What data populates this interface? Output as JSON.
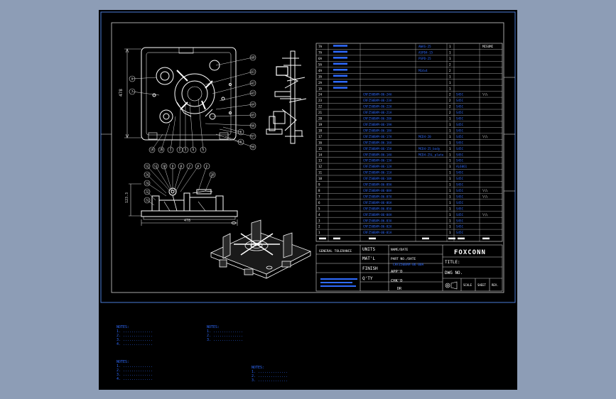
{
  "colors": {
    "background": "#8d9db6",
    "canvas": "#000000",
    "frame": "#4a7bd6",
    "geometry": "#ffffff",
    "text_blue": "#2f6bff",
    "text_cyan": "#35d0ff",
    "dimension": "#d9d9d9"
  },
  "bom": {
    "rows": [
      {
        "no": "7A",
        "part": "",
        "desc": "AWAS-25",
        "qty": "1",
        "mat": "",
        "note": "MISUMI"
      },
      {
        "no": "7A",
        "part": "",
        "desc": "ASPD4-15",
        "qty": "1",
        "mat": "",
        "note": ""
      },
      {
        "no": "6A",
        "part": "",
        "desc": "PSPD-25",
        "qty": "1",
        "mat": "",
        "note": ""
      },
      {
        "no": "5A",
        "part": "",
        "desc": "",
        "qty": "2",
        "mat": "",
        "note": ""
      },
      {
        "no": "4A",
        "part": "",
        "desc": "M14x4",
        "qty": "2",
        "mat": "",
        "note": ""
      },
      {
        "no": "3A",
        "part": "",
        "desc": "",
        "qty": "1",
        "mat": "",
        "note": ""
      },
      {
        "no": "2A",
        "part": "",
        "desc": "",
        "qty": "1",
        "mat": "",
        "note": ""
      },
      {
        "no": "1A",
        "part": "",
        "desc": "",
        "qty": "1",
        "mat": "",
        "note": ""
      },
      {
        "no": "24",
        "part": "CRFZ50BAM-06-24A",
        "desc": "",
        "qty": "2",
        "mat": "S45C",
        "note": "\\\\\\"
      },
      {
        "no": "23",
        "part": "CRFZ50BAM-06-23A",
        "desc": "",
        "qty": "2",
        "mat": "S45C",
        "note": ""
      },
      {
        "no": "22",
        "part": "CRFZ50BAM-06-22A",
        "desc": "",
        "qty": "2",
        "mat": "S45C",
        "note": ""
      },
      {
        "no": "21",
        "part": "CRFZ50BAM-06-21A",
        "desc": "",
        "qty": "2",
        "mat": "S45C",
        "note": ""
      },
      {
        "no": "20",
        "part": "CRFZ50BAM-06-20A",
        "desc": "",
        "qty": "1",
        "mat": "S45C",
        "note": ""
      },
      {
        "no": "19",
        "part": "CRFZ50BAM-06-19A",
        "desc": "",
        "qty": "1",
        "mat": "S45C",
        "note": ""
      },
      {
        "no": "18",
        "part": "CRFZ50BAM-06-18A",
        "desc": "",
        "qty": "1",
        "mat": "S45C",
        "note": ""
      },
      {
        "no": "17",
        "part": "CRFZ50BAM-06-17A",
        "desc": "MCD4-20",
        "qty": "1",
        "mat": "S45C",
        "note": "\\\\\\"
      },
      {
        "no": "16",
        "part": "CRFZ50BAM-06-16A",
        "desc": "",
        "qty": "1",
        "mat": "S45C",
        "note": ""
      },
      {
        "no": "15",
        "part": "CRFZ50BAM-06-15A",
        "desc": "MCD4-25_body",
        "qty": "1",
        "mat": "S45C",
        "note": ""
      },
      {
        "no": "14",
        "part": "CRFZ50BAM-06-14A",
        "desc": "MCD4-25L_plate",
        "qty": "1",
        "mat": "S45C",
        "note": ""
      },
      {
        "no": "13",
        "part": "CRFZ50BAM-06-13A",
        "desc": "",
        "qty": "1",
        "mat": "S45C",
        "note": ""
      },
      {
        "no": "12",
        "part": "CRFZ50BAM-06-12A",
        "desc": "",
        "qty": "1",
        "mat": "AL6061",
        "note": ""
      },
      {
        "no": "11",
        "part": "CRFZ50BAM-06-11A",
        "desc": "",
        "qty": "1",
        "mat": "S45C",
        "note": ""
      },
      {
        "no": "10",
        "part": "CRFZ50BAM-06-10A",
        "desc": "",
        "qty": "1",
        "mat": "S45C",
        "note": ""
      },
      {
        "no": "9",
        "part": "CRFZ50BAM-06-09A",
        "desc": "",
        "qty": "1",
        "mat": "S45C",
        "note": ""
      },
      {
        "no": "8",
        "part": "CRFZ50BAM-06-08A",
        "desc": "",
        "qty": "1",
        "mat": "S45C",
        "note": "\\\\\\"
      },
      {
        "no": "7",
        "part": "CRFZ50BAM-06-07A",
        "desc": "",
        "qty": "1",
        "mat": "S45C",
        "note": "\\\\\\"
      },
      {
        "no": "6",
        "part": "CRFZ50BAM-06-06A",
        "desc": "",
        "qty": "1",
        "mat": "S45C",
        "note": ""
      },
      {
        "no": "5",
        "part": "CRFZ50BAM-06-05A",
        "desc": "",
        "qty": "1",
        "mat": "S45C",
        "note": ""
      },
      {
        "no": "4",
        "part": "CRFZ50BAM-06-04A",
        "desc": "",
        "qty": "1",
        "mat": "S45C",
        "note": "\\\\\\"
      },
      {
        "no": "3",
        "part": "CRFZ50BAM-06-03A",
        "desc": "",
        "qty": "1",
        "mat": "S45C",
        "note": ""
      },
      {
        "no": "2",
        "part": "CRFZ50BAM-06-02A",
        "desc": "",
        "qty": "1",
        "mat": "S45C",
        "note": ""
      },
      {
        "no": "1",
        "part": "CRFZ50BAM-06-01A",
        "desc": "",
        "qty": "1",
        "mat": "S45C",
        "note": ""
      }
    ]
  },
  "title_block": {
    "general_tolerance": "GENERAL TOLERANCE",
    "units_label": "UNITS",
    "matl_label": "MAT'L",
    "finish_label": "FINISH",
    "qty_label": "Q'TY",
    "name_label": "NAME/DATE",
    "part_no_label": "PART NO./DATE",
    "part_no_value": "CRFZ50BAM-06-00A",
    "appd_label": "APP'D",
    "chkd_label": "CHK'D",
    "dr_label": "DR",
    "company": "FOXCONN",
    "title_label": "TITLE:",
    "dwg_no_label": "DWG NO.",
    "scale_label": "SCALE",
    "sheet_label": "SHEET",
    "rev_label": "REV."
  },
  "views": {
    "top_view": {
      "dimension_vertical": "478",
      "balloons": [
        "10",
        "11",
        "12",
        "13",
        "14",
        "15",
        "16",
        "17",
        "18",
        "19",
        "20",
        "1",
        "2",
        "3",
        "4",
        "5",
        "6",
        "7",
        "8",
        "9"
      ]
    },
    "front_view": {
      "dimension_horizontal": "478",
      "dimension_vertical": "123.3",
      "balloons": [
        "12",
        "11",
        "10",
        "9",
        "8",
        "7",
        "6",
        "5",
        "24",
        "23",
        "22",
        "21",
        "20"
      ]
    }
  },
  "notes": {
    "group_a": [
      "NOTES:",
      "1. ..............",
      "2. ..............",
      "3. ..............",
      "4. .............."
    ],
    "group_b": [
      "NOTES:",
      "1. ..............",
      "2. ..............",
      "3. .............."
    ],
    "group_c": [
      "NOTES:",
      "1. ..............",
      "2. ..............",
      "3. ..............",
      "4. .............."
    ],
    "group_d": [
      "NOTES:",
      "1. ..............",
      "2. ..............",
      "3. .............."
    ]
  }
}
